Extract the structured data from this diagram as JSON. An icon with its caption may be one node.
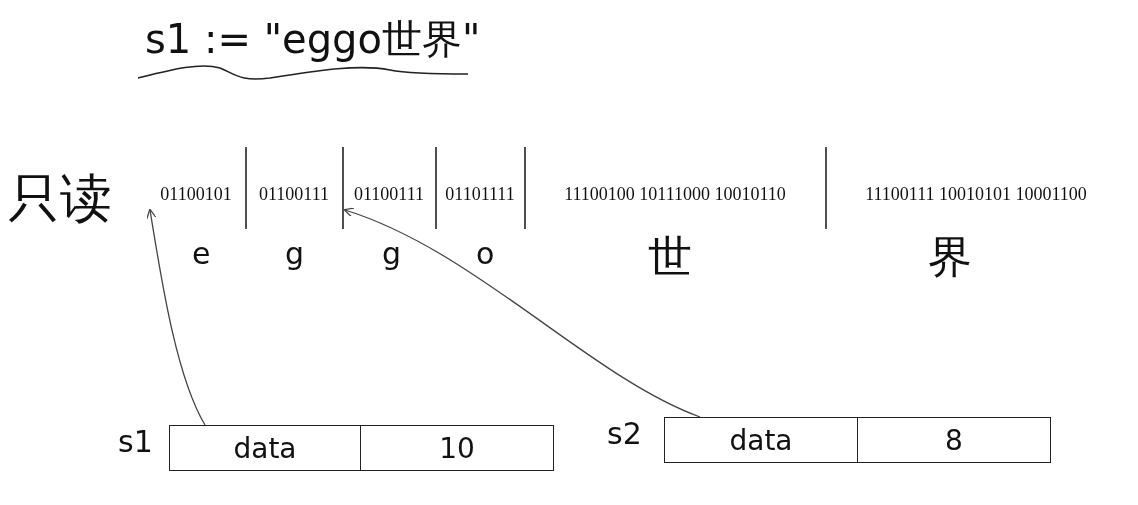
{
  "diagram": {
    "title": "s1 := \"eggo世界\"",
    "nodes": [
      {
        "text": [
          "01100101"
        ],
        "beside": [
          "e"
        ]
      },
      {
        "text": [
          "01100111"
        ],
        "beside": [
          "g"
        ]
      },
      {
        "text": [
          "01100111"
        ],
        "beside": [
          "g"
        ]
      },
      {
        "text": [
          "01101111"
        ],
        "beside": [
          "o"
        ]
      },
      {
        "text": [
          "11100100 10111000 10010110"
        ],
        "beside": [
          "世"
        ]
      },
      {
        "text": [
          "11100111 10010101 10001100"
        ],
        "beside": [
          "界"
        ]
      },
      {
        "text": [
          "data"
        ],
        "beside": [
          "s1"
        ]
      },
      {
        "text": [
          "10"
        ]
      },
      {
        "text": [
          "data"
        ],
        "beside": [
          "s2"
        ]
      },
      {
        "text": [
          "8"
        ]
      }
    ],
    "edges": [
      {
        "from": 6,
        "to": 0,
        "arrow": "to"
      },
      {
        "from": 8,
        "to": 2,
        "arrow": "to"
      }
    ],
    "labels": [
      "只读"
    ]
  }
}
